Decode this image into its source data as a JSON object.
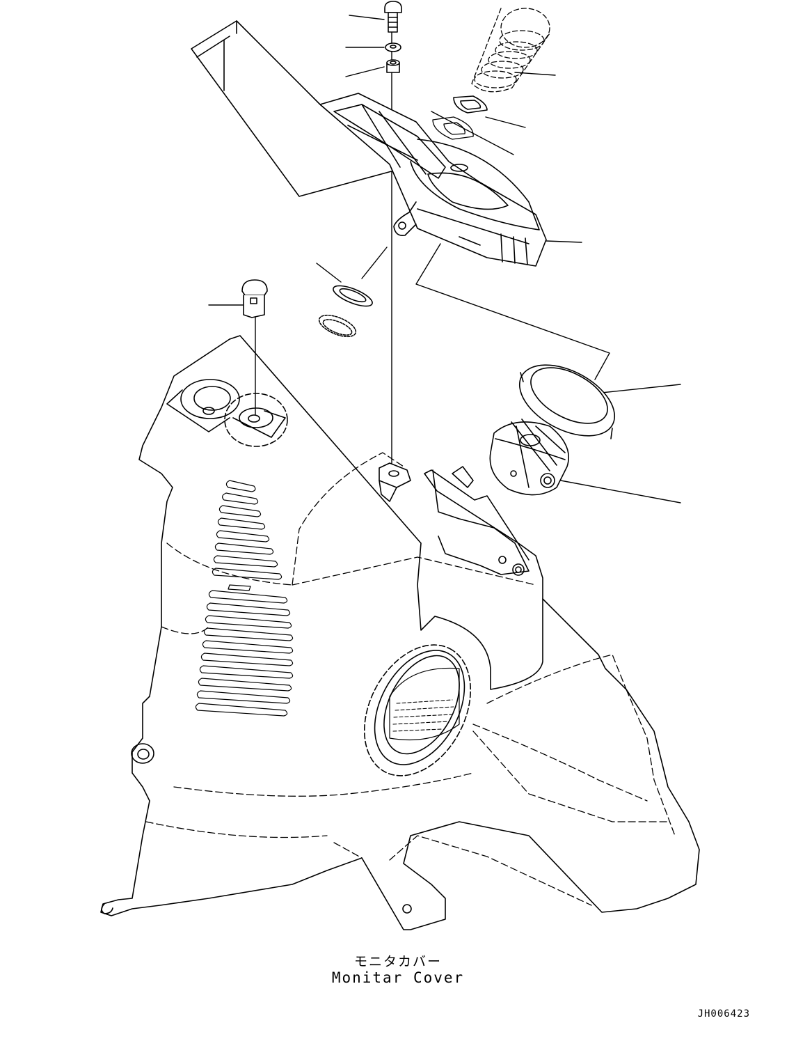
{
  "caption": {
    "japanese": "モニタカバー",
    "english": "Monitar Cover"
  },
  "drawing_id": "JH006423"
}
